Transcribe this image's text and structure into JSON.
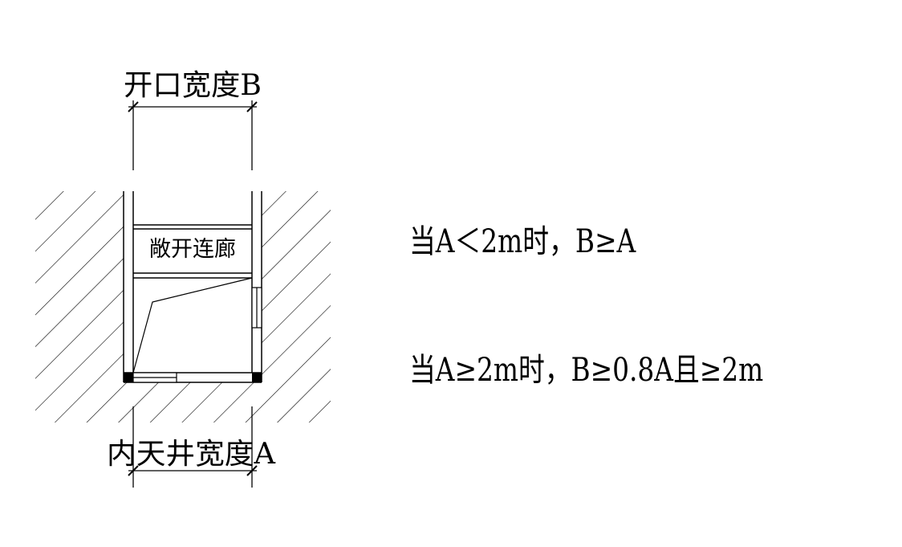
{
  "diagram": {
    "dim_top_label": "开口宽度B",
    "corridor_label": "敞开连廊",
    "dim_bottom_label": "内天井宽度A"
  },
  "rules": [
    "当A＜2m时，B≥A",
    "当A≥2m时，B≥0.8A且≥2m"
  ]
}
